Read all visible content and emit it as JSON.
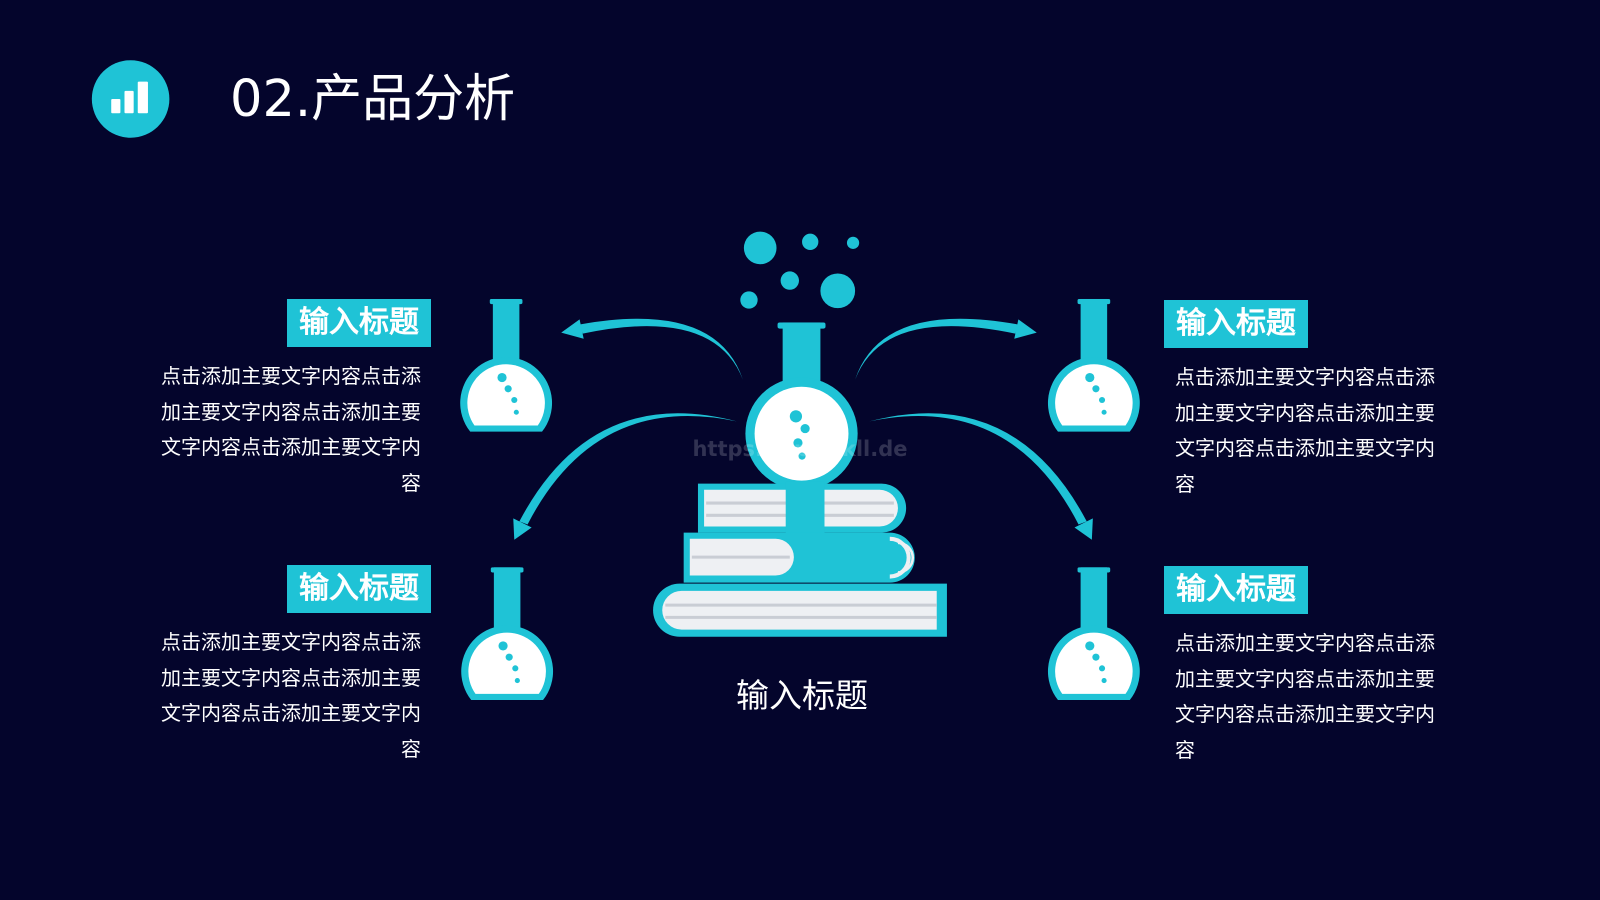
{
  "slide": {
    "title": "02.产品分析",
    "center_title": "输入标题",
    "watermark": "https://ppt.pkll.de"
  },
  "items": [
    {
      "title": "输入标题",
      "text": "点击添加主要文字内容点击添加主要文字内容点击添加主要文字内容点击添加主要文字内容"
    },
    {
      "title": "输入标题",
      "text": "点击添加主要文字内容点击添加主要文字内容点击添加主要文字内容点击添加主要文字内容"
    },
    {
      "title": "输入标题",
      "text": "点击添加主要文字内容点击添加主要文字内容点击添加主要文字内容点击添加主要文字内容"
    },
    {
      "title": "输入标题",
      "text": "点击添加主要文字内容点击添加主要文字内容点击添加主要文字内容点击添加主要文字内容"
    }
  ],
  "icons": {
    "header": "bar-chart-icon",
    "items": "flask-icon",
    "center": "flask-on-books-icon",
    "decorations": "bubble-icon",
    "connectors": "curved-arrow-icon"
  },
  "colors": {
    "background": "#04052c",
    "accent": "#1fc3d6",
    "text": "#ffffff",
    "page": "#eef0f3",
    "page_line": "#c9cdd4"
  }
}
